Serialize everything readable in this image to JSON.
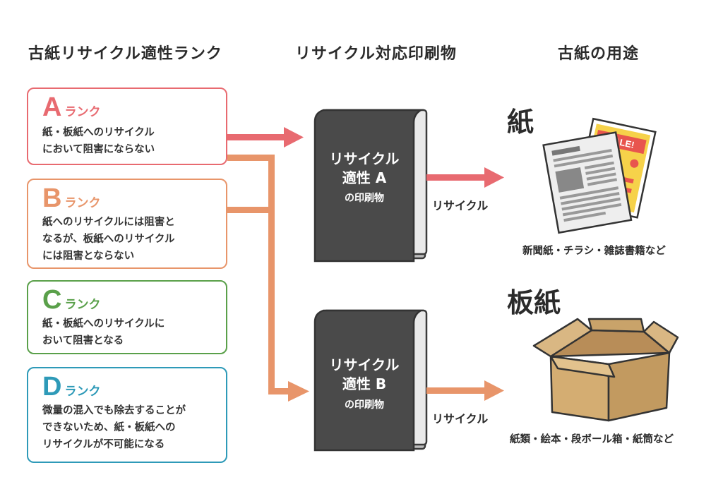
{
  "headers": {
    "left": "古紙リサイクル適性ランク",
    "middle": "リサイクル対応印刷物",
    "right": "古紙の用途"
  },
  "ranks": [
    {
      "letter": "A",
      "word": "ランク",
      "desc": "紙・板紙へのリサイクル\nにおいて阻害にならない",
      "color": "#e86a70"
    },
    {
      "letter": "B",
      "word": "ランク",
      "desc": "紙へのリサイクルには阻害と\nなるが、板紙へのリサイクル\nには阻害とならない",
      "color": "#e8956a"
    },
    {
      "letter": "C",
      "word": "ランク",
      "desc": "紙・板紙へのリサイクルに\nおいて阻害となる",
      "color": "#5aa04a"
    },
    {
      "letter": "D",
      "word": "ランク",
      "desc": "微量の混入でも除去することが\nできないため、紙・板紙への\nリサイクルが不可能になる",
      "color": "#2e9ab8"
    }
  ],
  "books": [
    {
      "line1": "リサイクル",
      "line2": "適性 A",
      "line3": "の印刷物"
    },
    {
      "line1": "リサイクル",
      "line2": "適性 B",
      "line3": "の印刷物"
    }
  ],
  "recycle_label": "リサイクル",
  "uses": [
    {
      "title": "紙",
      "desc": "新聞紙・チラシ・雑誌書籍など",
      "icon": "newspaper-icon"
    },
    {
      "title": "板紙",
      "desc": "紙類・絵本・段ボール箱・紙筒など",
      "icon": "cardboard-box-icon"
    }
  ],
  "flyer_text": "SALE!",
  "colors": {
    "arrow_a": "#e86a70",
    "arrow_b": "#e8956a",
    "book": "#4a4a4a"
  }
}
